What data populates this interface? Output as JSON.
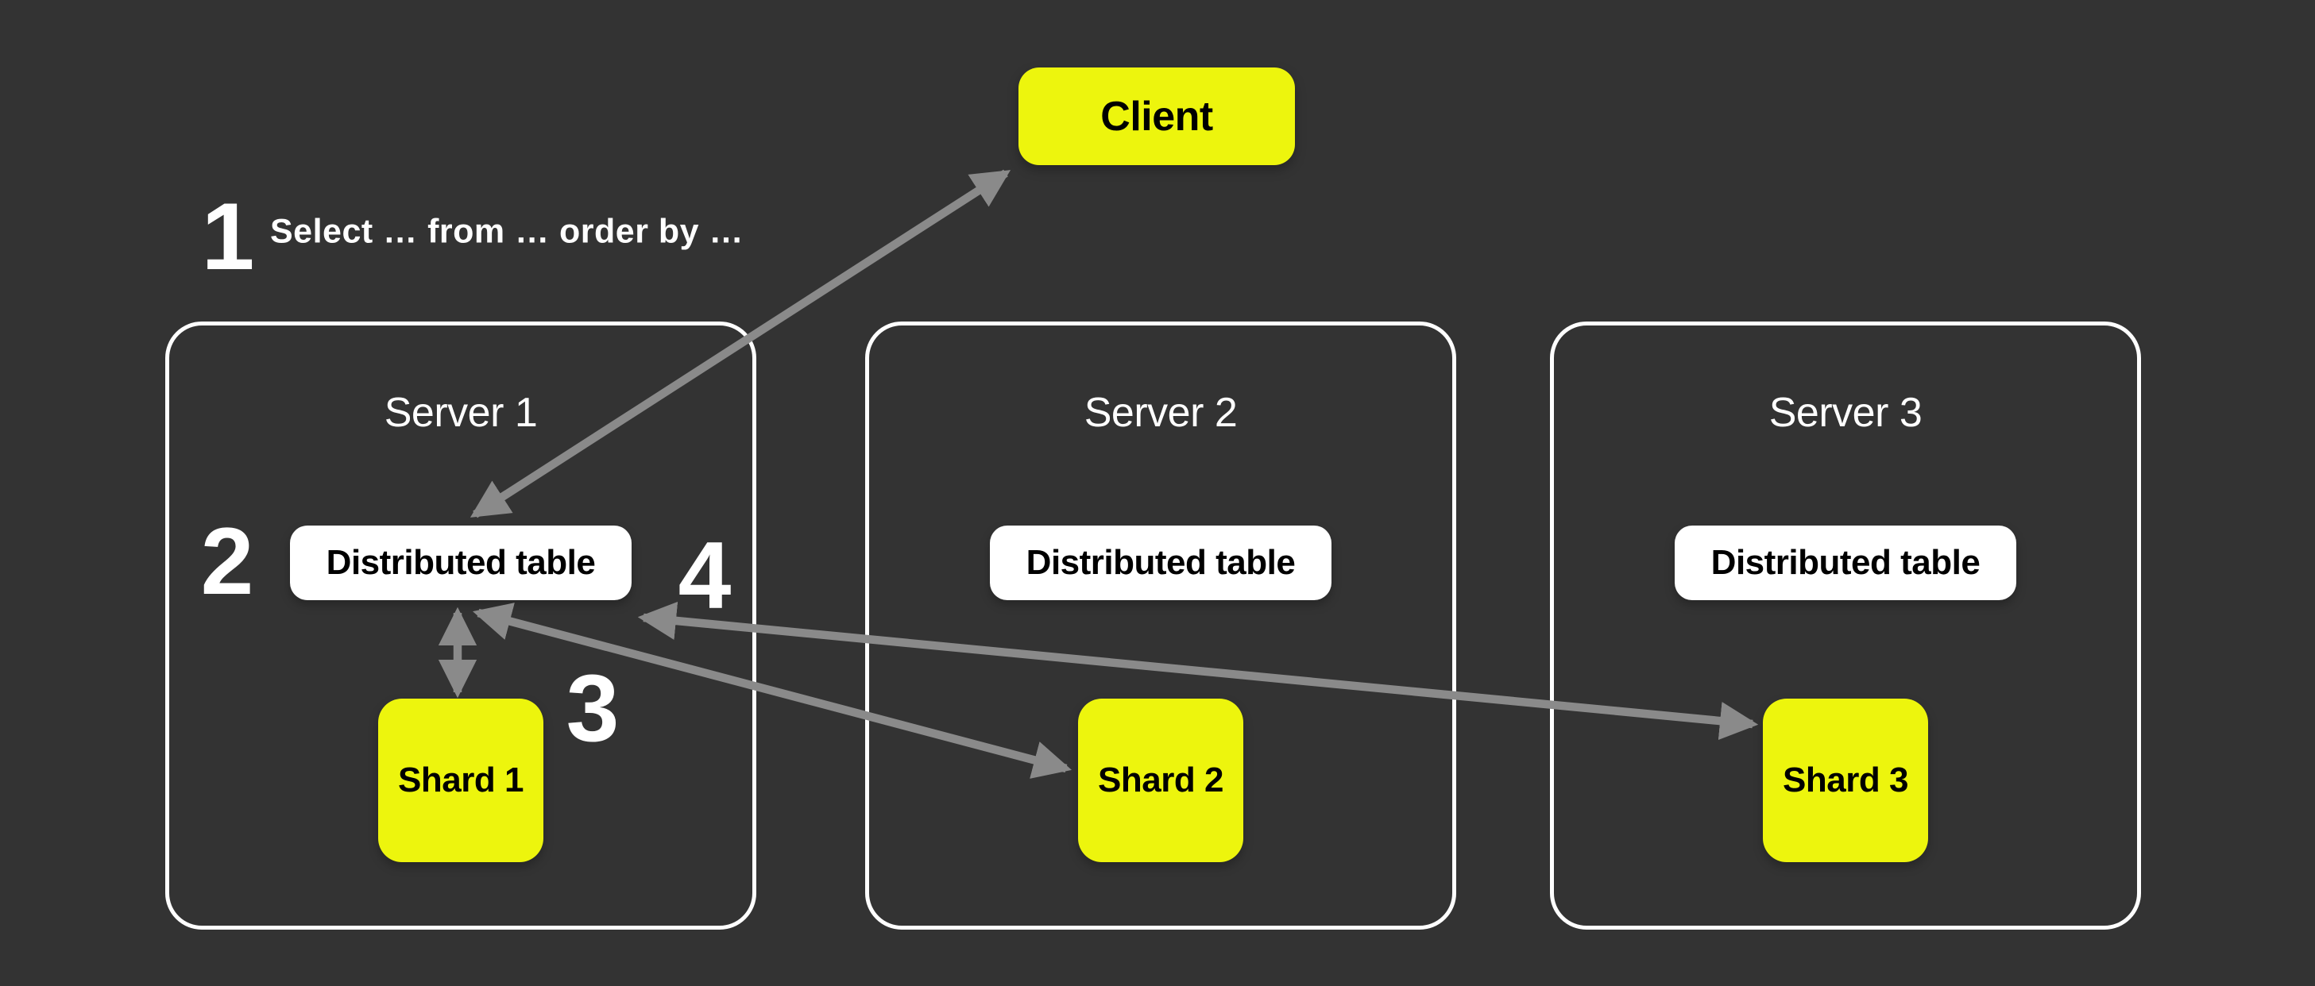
{
  "colors": {
    "background": "#333333",
    "accent_yellow": "#EDF50D",
    "box_white": "#FFFFFF",
    "arrow_gray": "#8A8A8A",
    "text_dark": "#000000",
    "text_light": "#FFFFFF"
  },
  "client": {
    "label": "Client"
  },
  "annotation": {
    "number": "1",
    "query": "Select … from … order by …"
  },
  "servers": [
    {
      "title": "Server 1",
      "table_label": "Distributed table",
      "shard_label": "Shard 1"
    },
    {
      "title": "Server 2",
      "table_label": "Distributed table",
      "shard_label": "Shard 2"
    },
    {
      "title": "Server 3",
      "table_label": "Distributed table",
      "shard_label": "Shard 3"
    }
  ],
  "steps": {
    "two": "2",
    "three": "3",
    "four": "4"
  }
}
